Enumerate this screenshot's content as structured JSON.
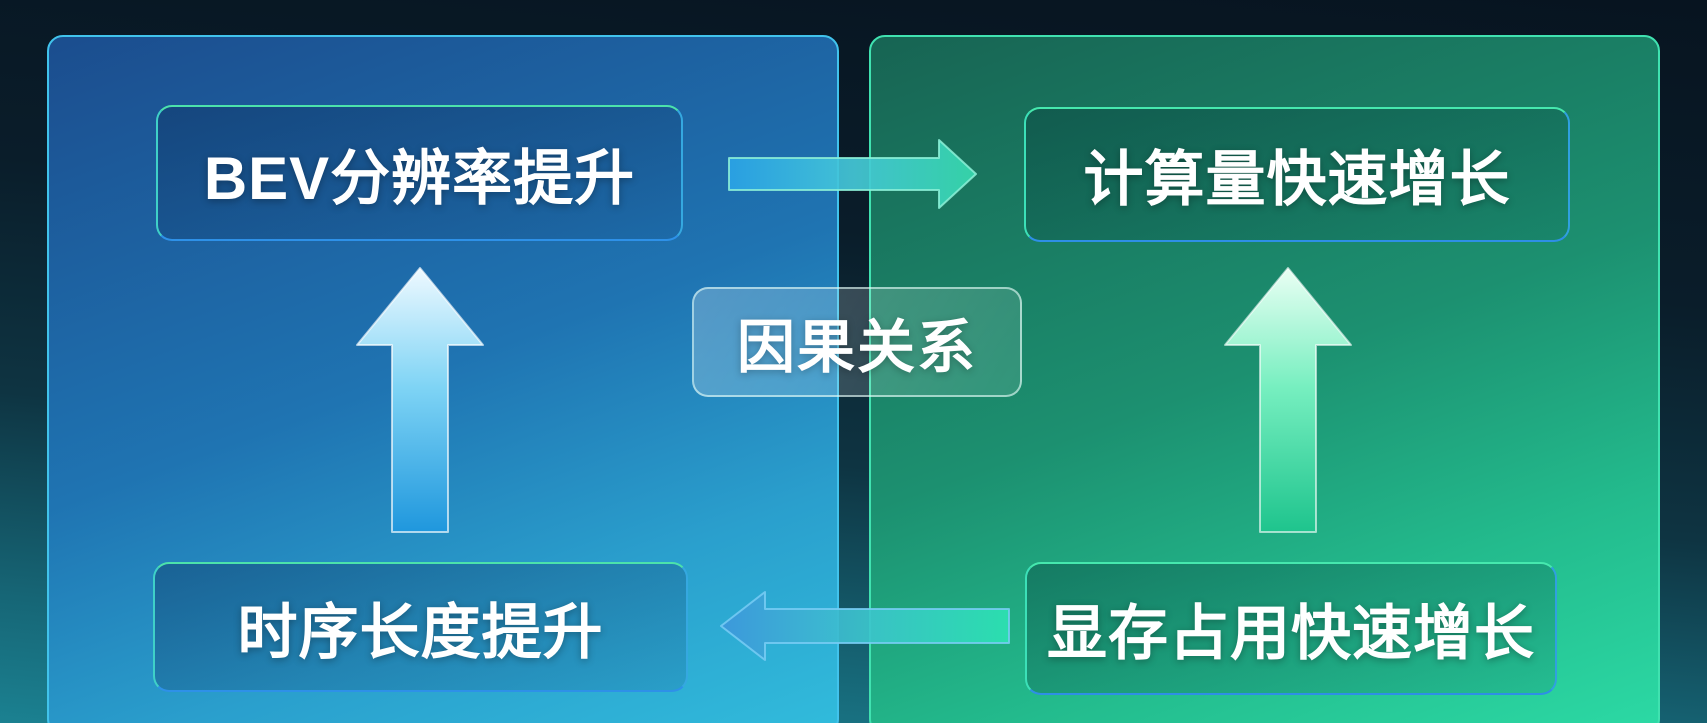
{
  "diagram": {
    "center_label": "因果关系",
    "nodes": {
      "bev": "BEV分辨率提升",
      "compute": "计算量快速增长",
      "temporal": "时序长度提升",
      "memory": "显存占用快速增长"
    },
    "arrows": [
      {
        "name": "left-panel-up-arrow",
        "direction": "up"
      },
      {
        "name": "right-panel-up-arrow",
        "direction": "up"
      },
      {
        "name": "top-cross-arrow",
        "direction": "right"
      },
      {
        "name": "bottom-cross-arrow",
        "direction": "left"
      }
    ],
    "colors": {
      "panel_left_top": "#1b4d8e",
      "panel_left_bottom": "#31bcdc",
      "panel_left_border": "#41c3ec",
      "panel_right_top": "#176453",
      "panel_right_bottom": "#2cdaa5",
      "panel_right_border": "#40e2b0",
      "arrow_blue": "#2aa3e6",
      "arrow_green": "#37d9ad",
      "text": "#ffffff"
    }
  }
}
